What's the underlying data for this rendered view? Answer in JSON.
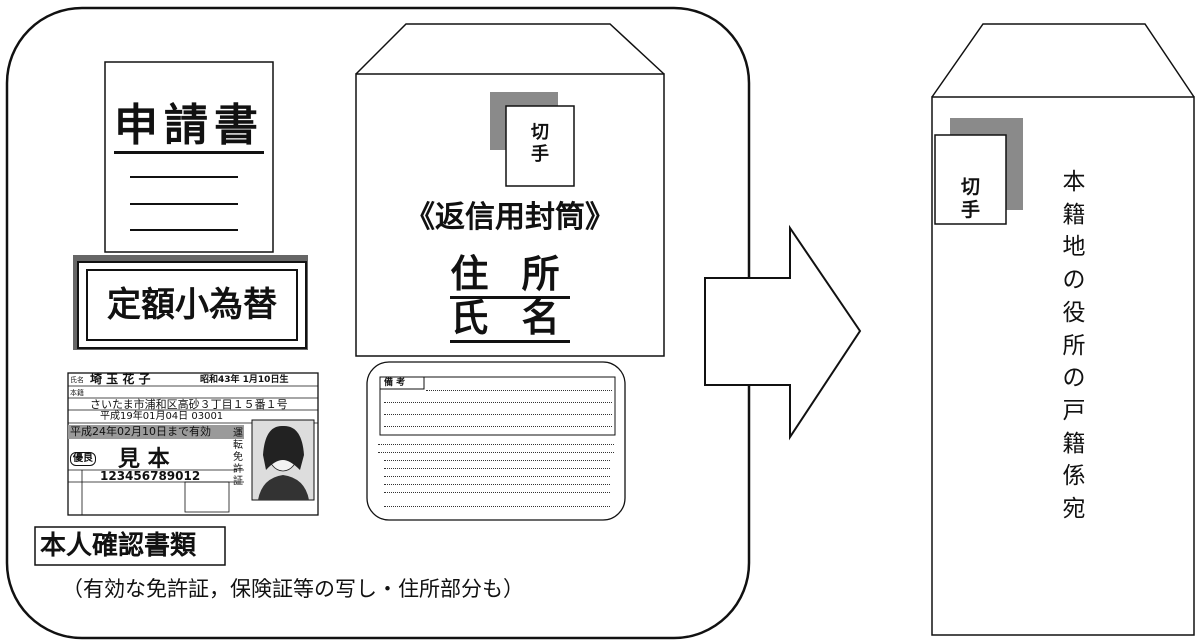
{
  "application_form": {
    "title": "申請書"
  },
  "money_order": {
    "label": "定額小為替"
  },
  "return_envelope": {
    "stamp": [
      "切",
      "手"
    ],
    "title": "《返信用封筒》",
    "address_label": "住 所",
    "name_label": "氏 名"
  },
  "id_card": {
    "name_field_label": "氏名",
    "name": "埼 玉 花 子",
    "birth": "昭和43年 1月10日生",
    "address_field_label": "本籍",
    "address": "さいたま市浦和区高砂３丁目１５番１号",
    "issue": "平成19年01月04日 03001",
    "expiry": "平成24年02月10日まで有効",
    "license_type_label": "優良",
    "sample_mark": "見 本",
    "number": "123456789012",
    "side_text": "運転免許証"
  },
  "id_documents": {
    "label": "本人確認書類",
    "note": "（有効な免許証，保険証等の写し・住所部分も）"
  },
  "card_back": {
    "header": "備 考"
  },
  "addressed_envelope": {
    "stamp": [
      "切",
      "手"
    ],
    "recipient_chars": [
      "本",
      "籍",
      "地",
      "の",
      "役",
      "所",
      "の",
      "戸",
      "籍",
      "係",
      "宛"
    ]
  },
  "colors": {
    "stroke": "#111111",
    "shadow": "#8a8a8a",
    "arrow": "#ffffff"
  }
}
